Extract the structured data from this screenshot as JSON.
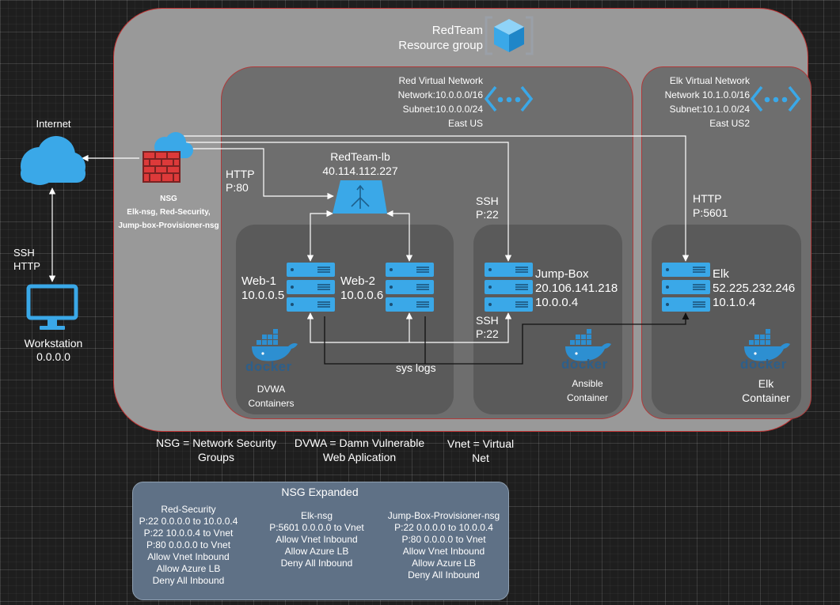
{
  "resource_group": {
    "title": "RedTeam",
    "subtitle": "Resource group"
  },
  "red_vnet": {
    "title": "Red Virtual Network",
    "network": "Network:10.0.0.0/16",
    "subnet": "Subnet:10.0.0.0/24",
    "region": "East US"
  },
  "elk_vnet": {
    "title": "Elk Virtual Network",
    "network": "Network 10.1.0.0/16",
    "subnet": "Subnet:10.1.0.0/24",
    "region": "East US2"
  },
  "internet": {
    "label": "Internet"
  },
  "nsg": {
    "title": "NSG",
    "line1": "Elk-nsg, Red-Security,",
    "line2": "Jump-box-Provisioner-nsg"
  },
  "workstation": {
    "link_l1": "SSH",
    "link_l2": "HTTP",
    "label": "Workstation",
    "ip": "0.0.0.0"
  },
  "load_balancer": {
    "name": "RedTeam-lb",
    "ip": "40.114.112.227",
    "http_l1": "HTTP",
    "http_l2": "P:80"
  },
  "web1": {
    "name": "Web-1",
    "ip": "10.0.0.5"
  },
  "web2": {
    "name": "Web-2",
    "ip": "10.0.0.6"
  },
  "jumpbox": {
    "name": "Jump-Box",
    "public_ip": "20.106.141.218",
    "private_ip": "10.0.0.4",
    "ssh_in_l1": "SSH",
    "ssh_in_l2": "P:22",
    "ssh_out_l1": "SSH",
    "ssh_out_l2": "P:22"
  },
  "elk": {
    "name": "Elk",
    "public_ip": "52.225.232.246",
    "private_ip": "10.1.0.4",
    "http_l1": "HTTP",
    "http_l2": "P:5601"
  },
  "sys_logs": "sys logs",
  "containers": {
    "docker_word": "docker",
    "dvwa_l1": "DVWA",
    "dvwa_l2": "Containers",
    "ansible_l1": "Ansible",
    "ansible_l2": "Container",
    "elk_l1": "Elk",
    "elk_l2": "Container"
  },
  "legend": {
    "nsg_l1": "NSG = Network Security",
    "nsg_l2": "Groups",
    "dvwa_l1": "DVWA = Damn Vulnerable",
    "dvwa_l2": "Web Aplication",
    "vnet_l1": "Vnet = Virtual",
    "vnet_l2": "Net"
  },
  "nsg_expanded": {
    "title": "NSG Expanded",
    "red_security": [
      "Red-Security",
      "P:22 0.0.0.0 to 10.0.0.4",
      "P:22 10.0.0.4 to Vnet",
      "P:80 0.0.0.0 to Vnet",
      "Allow Vnet Inbound",
      "Allow Azure LB",
      "Deny All Inbound"
    ],
    "elk_nsg": [
      "Elk-nsg",
      "P:5601 0.0.0.0 to Vnet",
      "Allow Vnet Inbound",
      "Allow Azure LB",
      "Deny All Inbound"
    ],
    "jump_nsg": [
      "Jump-Box-Provisioner-nsg",
      "P:22 0.0.0.0 to 10.0.0.4",
      "P:80 0.0.0.0 to Vnet",
      "Allow Vnet Inbound",
      "Allow Azure LB",
      "Deny All Inbound"
    ]
  },
  "colors": {
    "accent_blue": "#3aa8e8",
    "docker_blue": "#2d8fd1",
    "border_red": "#c03030",
    "firewall_red": "#d8383a"
  }
}
